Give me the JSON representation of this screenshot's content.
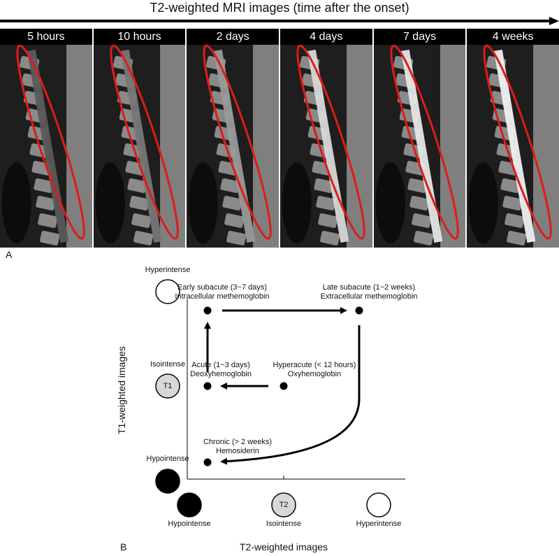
{
  "panel_a": {
    "label": "A",
    "title": "T2-weighted MRI images (time after the onset)",
    "time_points": [
      "5 hours",
      "10 hours",
      "2 days",
      "4 days",
      "7 days",
      "4 weeks"
    ],
    "highlight_color": "#e01b1b"
  },
  "panel_b": {
    "label": "B",
    "x_axis_label": "T2-weighted images",
    "y_axis_label": "T1-weighted images",
    "x_levels": [
      "Hypointense",
      "Isointense",
      "Hyperintense"
    ],
    "y_levels": [
      "Hyperintense",
      "Isointense",
      "Hypointense"
    ],
    "t1_marker": "T1",
    "t2_marker": "T2",
    "stages": {
      "hyperacute": {
        "line1": "Hyperacute (< 12 hours)",
        "line2": "Oxyhemoglobin"
      },
      "acute": {
        "line1": "Acute (1~3 days)",
        "line2": "Deoxyhemoglobin"
      },
      "early_subacute": {
        "line1": "Early subacute (3~7 days)",
        "line2": "Intracellular methemoglobin"
      },
      "late_subacute": {
        "line1": "Late subacute (1~2 weeks)",
        "line2": "Extracellular methemoglobin"
      },
      "chronic": {
        "line1": "Chronic (> 2 weeks)",
        "line2": "Hemosiderin"
      }
    }
  }
}
